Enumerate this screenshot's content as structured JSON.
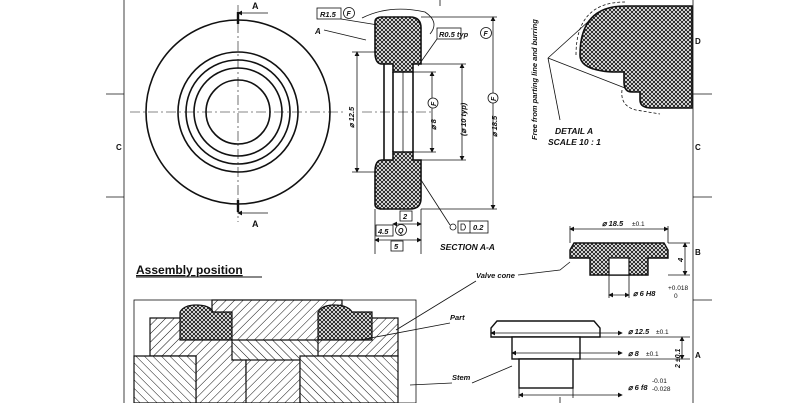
{
  "frame": {
    "zone_left": "C",
    "zone_right_top": "D",
    "zone_right_mid": "C",
    "zone_right_b": "B",
    "zone_right_a": "A"
  },
  "front_view": {
    "section_mark_top": "A",
    "section_mark_bottom": "A"
  },
  "section": {
    "title": "SECTION A-A",
    "callout_a": "A",
    "r15": "R1.5",
    "r05": "R0.5 typ",
    "f_mark": "F",
    "d125": "⌀ 12.5",
    "d8": "⌀ 8",
    "d10typ": "(⌀ 10 typ)",
    "d185": "⌀ 18.5",
    "dim_2": "2",
    "dim_45": "4.5",
    "q_mark": "Q",
    "dim_5": "5",
    "flatness_value": "0.2"
  },
  "detail": {
    "note": "Free from parting line and burring",
    "title": "DETAIL A",
    "scale": "SCALE 10 : 1"
  },
  "valve_cone_dims": {
    "d185": "⌀ 18.5",
    "tol01": "±0.1",
    "d6h8": "⌀ 6 H8",
    "tol_up": "+0.018",
    "tol_low": "0",
    "dim_4": "4"
  },
  "stem_dims": {
    "d125": "⌀ 12.5",
    "d8": "⌀ 8",
    "tol01": "±0.1",
    "d6f8": "⌀ 6 f8",
    "tol_up": "-0.01",
    "tol_low": "-0.028",
    "dim_2": "2 ±0.1"
  },
  "assembly": {
    "title": "Assembly position",
    "valve_cone": "Valve cone",
    "part": "Part",
    "stem": "Stem"
  }
}
